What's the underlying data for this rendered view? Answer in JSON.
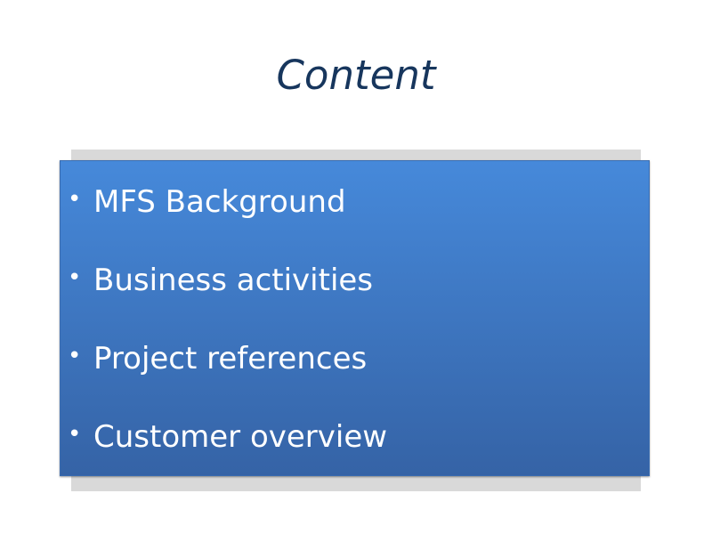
{
  "title": "Content",
  "items": [
    "MFS Background",
    "Business activities",
    "Project references",
    "Customer overview"
  ],
  "bullet": "•"
}
